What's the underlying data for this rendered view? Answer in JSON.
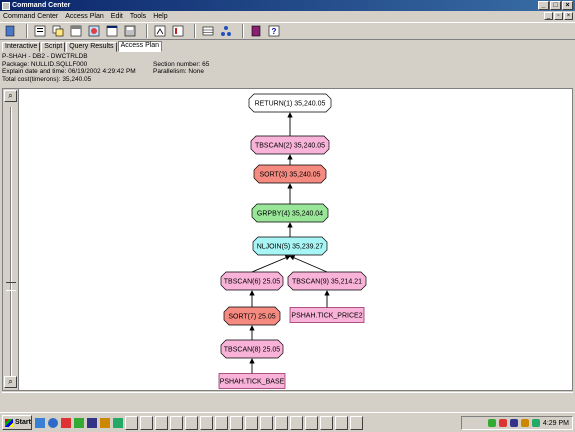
{
  "window": {
    "title": "Command Center"
  },
  "menu": {
    "items": [
      "Command Center",
      "Access Plan",
      "Edit",
      "Tools",
      "Help"
    ]
  },
  "tabs": [
    {
      "label": "Interactive",
      "active": false
    },
    {
      "label": "Script",
      "active": false
    },
    {
      "label": "Query Results",
      "active": false
    },
    {
      "label": "Access Plan",
      "active": true
    }
  ],
  "info": {
    "line1": "P-SHAH - DB2 - DWCTRLDB",
    "line2": "Package: NULLID.SQLLF000",
    "section": "Section number: 65",
    "line3": "Explain date and time: 06/19/2002 4:29:42 PM",
    "parallelism": "Parallelism: None",
    "line4": "Total cost(timerons): 35,240.05"
  },
  "zoom": {
    "top_icon": "zoom-in-icon",
    "bottom_icon": "zoom-out-icon"
  },
  "plan": {
    "nodes": [
      {
        "id": "n1",
        "label": "RETURN(1) 35,240.05",
        "kind": "return",
        "color": "#ffffff"
      },
      {
        "id": "n2",
        "label": "TBSCAN(2) 35,240.05",
        "kind": "tbscan",
        "color": "#f9b3d9"
      },
      {
        "id": "n3",
        "label": "SORT(3) 35,240.05",
        "kind": "sort",
        "color": "#f48a80"
      },
      {
        "id": "n4",
        "label": "GRPBY(4) 35,240.04",
        "kind": "grpby",
        "color": "#99e699"
      },
      {
        "id": "n5",
        "label": "NLJOIN(5) 35,239.27",
        "kind": "nljoin",
        "color": "#a8f5f5"
      },
      {
        "id": "n6",
        "label": "TBSCAN(6) 25.05",
        "kind": "tbscan",
        "color": "#f9b3d9"
      },
      {
        "id": "n9",
        "label": "TBSCAN(9) 35,214.21",
        "kind": "tbscan",
        "color": "#f9b3d9"
      },
      {
        "id": "n7",
        "label": "SORT(7) 25.05",
        "kind": "sort",
        "color": "#f48a80"
      },
      {
        "id": "t2",
        "label": "PSHAH.TICK_PRICE2",
        "kind": "table",
        "color": "#f9b3d9"
      },
      {
        "id": "n8",
        "label": "TBSCAN(8) 25.05",
        "kind": "tbscan",
        "color": "#f9b3d9"
      },
      {
        "id": "t1",
        "label": "PSHAH.TICK_BASE",
        "kind": "table",
        "color": "#f9b3d9"
      }
    ],
    "edges": [
      [
        "n2",
        "n1"
      ],
      [
        "n3",
        "n2"
      ],
      [
        "n4",
        "n3"
      ],
      [
        "n5",
        "n4"
      ],
      [
        "n6",
        "n5"
      ],
      [
        "n9",
        "n5"
      ],
      [
        "t2",
        "n9"
      ],
      [
        "n7",
        "n6"
      ],
      [
        "n8",
        "n7"
      ],
      [
        "t1",
        "n8"
      ]
    ]
  },
  "taskbar": {
    "start_label": "Start",
    "clock": "4:29 PM"
  }
}
